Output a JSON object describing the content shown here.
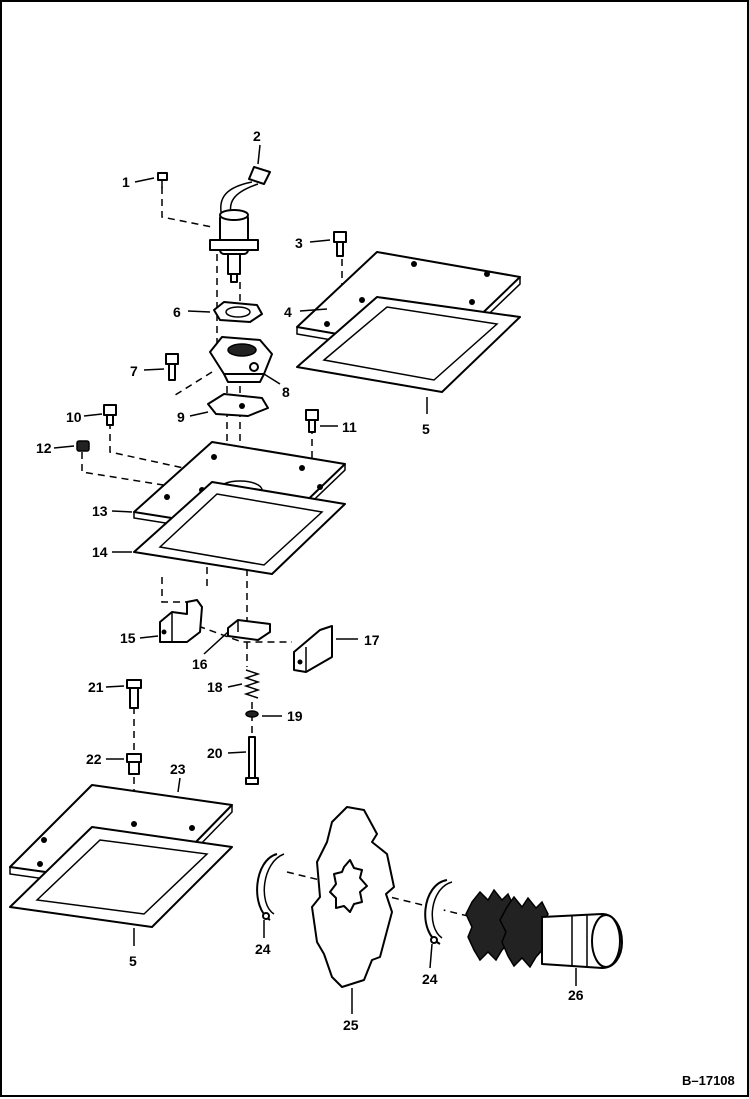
{
  "diagram": {
    "reference": "B–17108",
    "callouts": {
      "c1": "1",
      "c2": "2",
      "c3": "3",
      "c4": "4",
      "c5a": "5",
      "c5b": "5",
      "c6": "6",
      "c7": "7",
      "c8": "8",
      "c9": "9",
      "c10": "10",
      "c11": "11",
      "c12": "12",
      "c13": "13",
      "c14": "14",
      "c15": "15",
      "c16": "16",
      "c17": "17",
      "c18": "18",
      "c19": "19",
      "c20": "20",
      "c21": "21",
      "c22": "22",
      "c23": "23",
      "c24a": "24",
      "c24b": "24",
      "c25": "25",
      "c26": "26"
    }
  }
}
